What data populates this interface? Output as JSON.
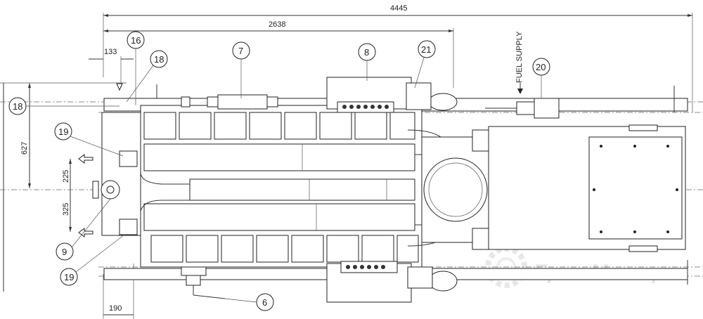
{
  "dimensions": {
    "overall_length": "4445",
    "engine_length": "2638",
    "offset_top": "133",
    "height_left": "627",
    "spacing_upper": "225",
    "spacing_lower": "325",
    "offset_bottom": "190"
  },
  "fuel_label": "FUEL SUPPLY",
  "callouts": {
    "c16": "16",
    "c18_top": "18",
    "c18_left": "18",
    "c7": "7",
    "c8": "8",
    "c21": "21",
    "c20": "20",
    "c19_top": "19",
    "c9": "9",
    "c19_bottom": "19",
    "c6": "6"
  },
  "watermark": "Бриз Моторс"
}
